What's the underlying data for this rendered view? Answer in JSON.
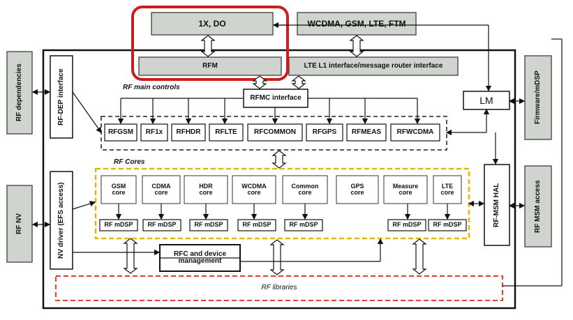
{
  "top_boxes": {
    "one_x_do": "1X, DO",
    "wcdma_group": "WCDMA, GSM, LTE, FTM"
  },
  "rfm": "RFM",
  "lte_l1": "LTE L1 interface/message router interface",
  "rf_main_controls": {
    "label": "RF main controls",
    "interface": "RFMC interface",
    "modules": [
      "RFGSM",
      "RF1x",
      "RFHDR",
      "RFLTE",
      "RFCOMMON",
      "RFGPS",
      "RFMEAS",
      "RFWCDMA"
    ]
  },
  "lm": "LM",
  "rf_cores": {
    "label": "RF Cores",
    "cores": [
      "GSM core",
      "CDMA core",
      "HDR core",
      "WCDMA core",
      "Common core",
      "GPS core",
      "Measure core",
      "LTE core"
    ],
    "mdsp_label": "RF mDSP"
  },
  "left_side": {
    "rf_dependencies": "RF dependencies",
    "rf_dep_interface": "RF-DEP interface",
    "rf_nv": "RF NV",
    "nv_driver": "NV driver (EFS access)"
  },
  "right_side": {
    "firmware": "Firmware/mDSP",
    "rf_msm_hal": "RF-MSM HAL",
    "rf_msm_access": "RF MSM access"
  },
  "rfc_device_mgmt": "RFC and device management",
  "rf_libraries": "RF libraries"
}
